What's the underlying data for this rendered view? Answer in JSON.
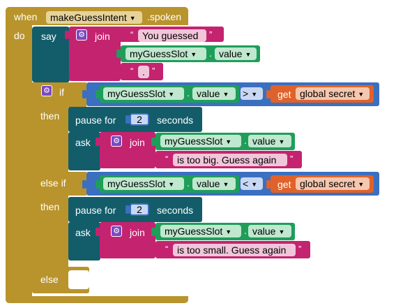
{
  "event": {
    "when": "when",
    "intent": "makeGuessIntent",
    "suffix": ".spoken",
    "do": "do"
  },
  "say_block": {
    "say": "say",
    "join": "join",
    "text1": "You guessed",
    "slot": "myGuessSlot",
    "value": "value",
    "dot_text": "."
  },
  "if_block": {
    "if": "if",
    "then1": "then",
    "else_if": "else if",
    "then2": "then",
    "else": "else",
    "slot1": "myGuessSlot",
    "value1": "value",
    "op1": ">",
    "get1": "get",
    "var1": "global secret",
    "slot2": "myGuessSlot",
    "value2": "value",
    "op2": "<",
    "get2": "get",
    "var2": "global secret"
  },
  "branch1": {
    "pause": "pause for",
    "num": "2",
    "seconds": "seconds",
    "ask": "ask",
    "join": "join",
    "slot": "myGuessSlot",
    "value": "value",
    "text": "is too big. Guess again"
  },
  "branch2": {
    "pause": "pause for",
    "num": "2",
    "seconds": "seconds",
    "ask": "ask",
    "join": "join",
    "slot": "myGuessSlot",
    "value": "value",
    "text": "is too small. Guess again"
  },
  "colors": {
    "event": "#b9942c",
    "speech": "#135d6a",
    "text": "#c4236f",
    "component": "#1f9e5a",
    "control": "#3b6fc0",
    "math": "#3b6fc0",
    "variable": "#e0622b"
  }
}
